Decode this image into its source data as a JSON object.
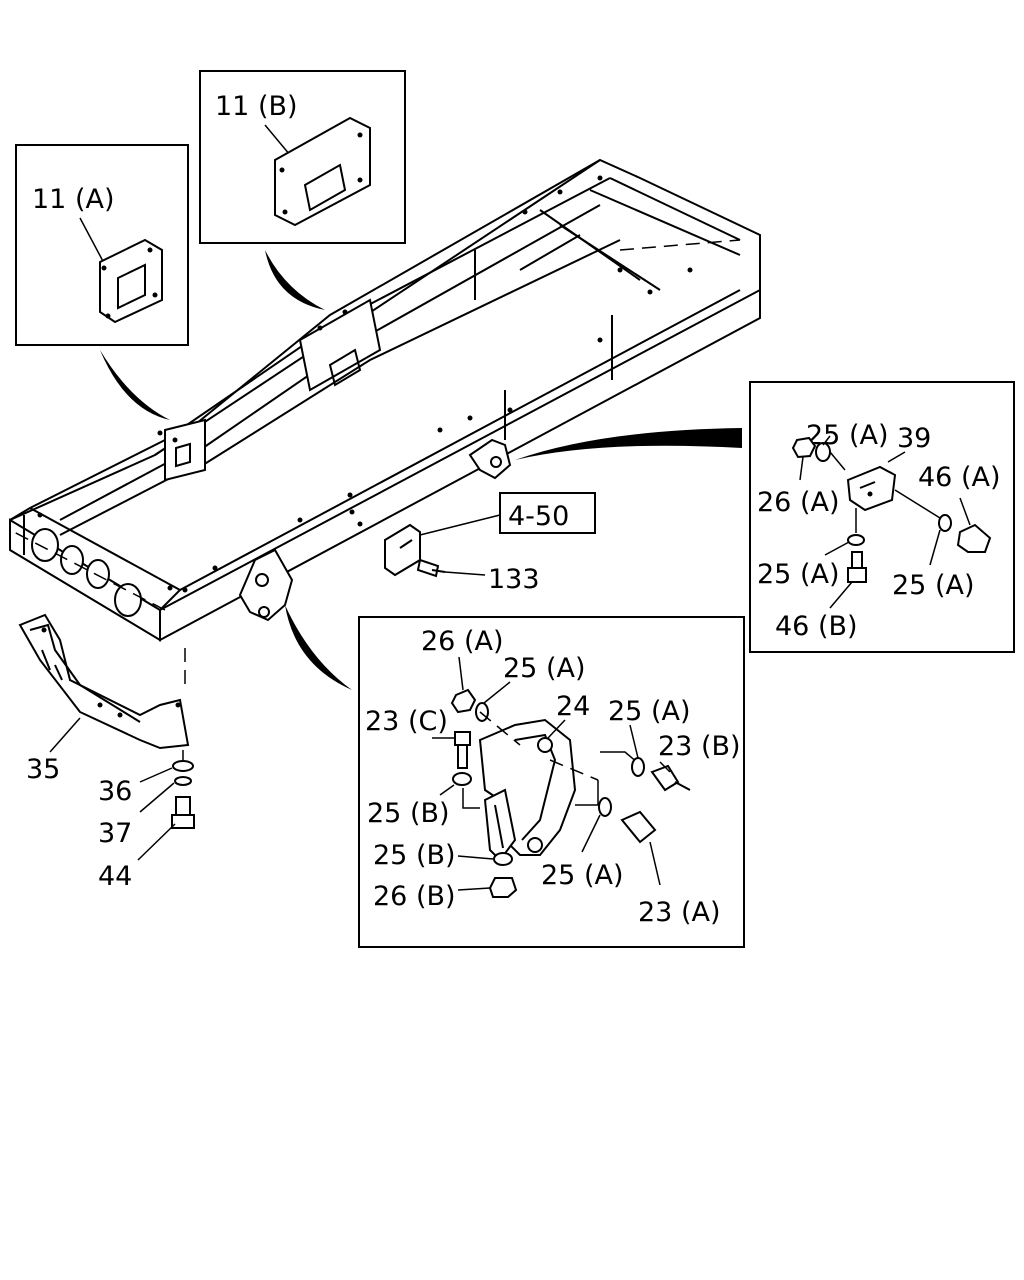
{
  "labels": {
    "l11a": "11 (A)",
    "l11b": "11 (B)",
    "l450": "4-50",
    "l133": "133",
    "l35": "35",
    "l36": "36",
    "l37": "37",
    "l44": "44",
    "r25a_top": "25 (A)",
    "r39": "39",
    "r26a": "26 (A)",
    "r46a": "46 (A)",
    "r25a_left": "25 (A)",
    "r25a_right": "25 (A)",
    "r46b": "46 (B)",
    "b26a": "26 (A)",
    "b25a_top": "25 (A)",
    "b23c": "23 (C)",
    "b24": "24",
    "b25a_right": "25 (A)",
    "b23b": "23 (B)",
    "b25b_mid": "25 (B)",
    "b25b_low": "25 (B)",
    "b25a_low": "25 (A)",
    "b26b": "26 (B)",
    "b23a": "23 (A)"
  }
}
